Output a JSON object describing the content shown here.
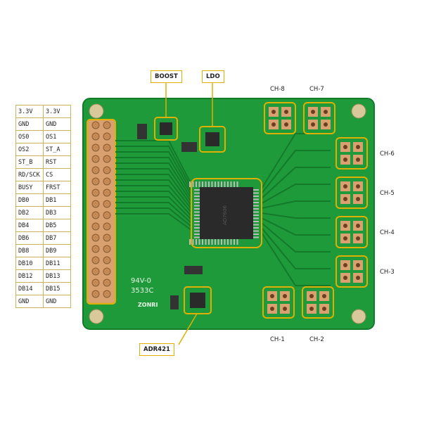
{
  "pin_header": {
    "rows": [
      [
        "3.3V",
        "3.3V"
      ],
      [
        "GND",
        "GND"
      ],
      [
        "OS0",
        "OS1"
      ],
      [
        "OS2",
        "ST_A"
      ],
      [
        "ST_B",
        "RST"
      ],
      [
        "RD/SCK",
        "CS"
      ],
      [
        "BUSY",
        "FRST"
      ],
      [
        "DB0",
        "DB1"
      ],
      [
        "DB2",
        "DB3"
      ],
      [
        "DB4",
        "DB5"
      ],
      [
        "DB6",
        "DB7"
      ],
      [
        "DB8",
        "DB9"
      ],
      [
        "DB10",
        "DB11"
      ],
      [
        "DB12",
        "DB13"
      ],
      [
        "DB14",
        "DB15"
      ],
      [
        "GND",
        "GND"
      ]
    ]
  },
  "callouts": {
    "boost": "BOOST",
    "ldo": "LDO",
    "adr": "ADR421"
  },
  "channels": {
    "ch8": "CH-8",
    "ch7": "CH-7",
    "ch6": "CH-6",
    "ch5": "CH-5",
    "ch4": "CH-4",
    "ch3": "CH-3",
    "ch1": "CH-1",
    "ch2": "CH-2"
  },
  "silk": {
    "line1": "94V-0",
    "line2": "3533C",
    "logo": "ZONRI",
    "chip": "AD7606"
  },
  "colors": {
    "pcb": "#1f9a3a",
    "pcb_dark": "#137a2a",
    "highlight": "#e0b000",
    "pad": "#d9a070",
    "chip": "#2a2a2a"
  }
}
